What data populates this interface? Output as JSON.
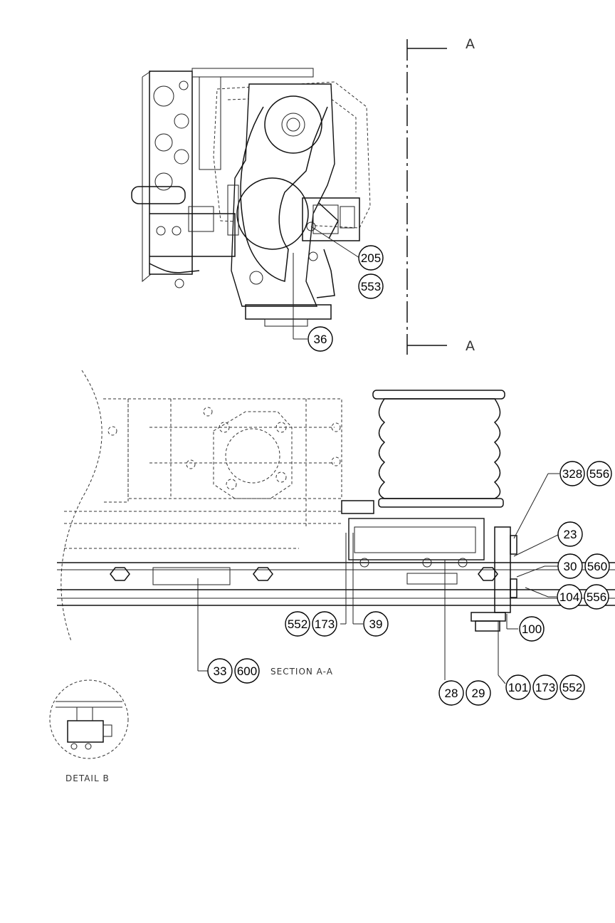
{
  "section_marker": {
    "top": "A",
    "bottom": "A"
  },
  "captions": {
    "section": "SECTION A-A",
    "detail": "DETAIL B"
  },
  "callouts": [
    "205",
    "553",
    "36",
    "328",
    "556",
    "23",
    "30",
    "560",
    "104",
    "556",
    "100",
    "552",
    "173",
    "39",
    "101",
    "173",
    "552",
    "33",
    "600",
    "28",
    "29"
  ]
}
